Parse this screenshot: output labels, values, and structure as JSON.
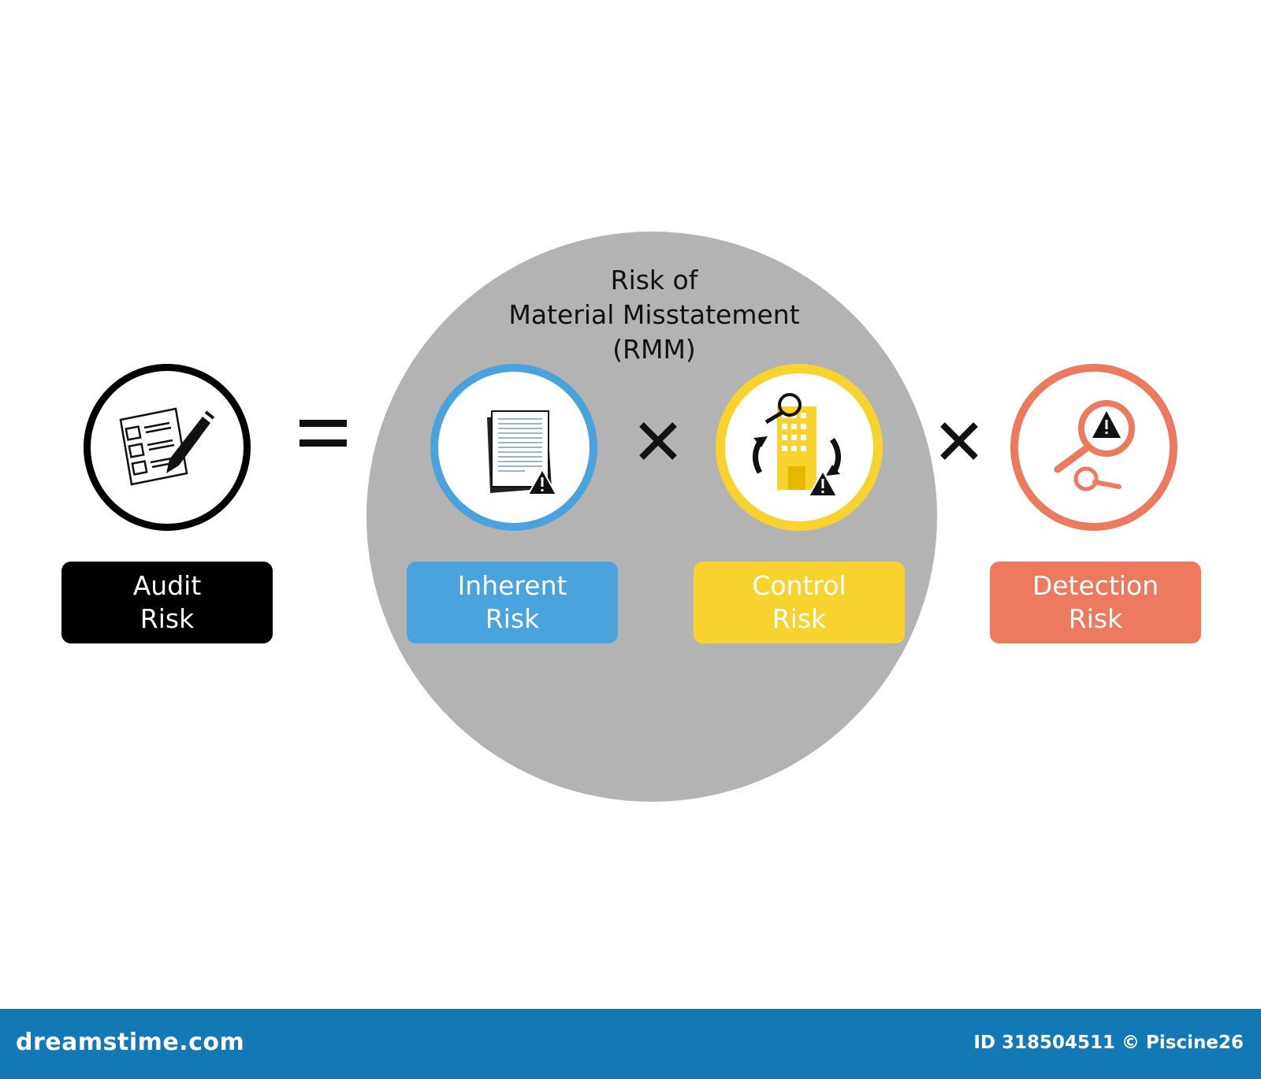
{
  "colors": {
    "audit": "#000000",
    "inherent": "#4aa3dc",
    "control": "#f8d330",
    "detection": "#eb7a5e",
    "rmm_background": "#b3b3b3",
    "footer": "#1478b4"
  },
  "rmm": {
    "line1": "Risk of",
    "line2": "Material Misstatement",
    "line3": "(RMM)"
  },
  "operators": {
    "equals": "=",
    "times_1": "×",
    "times_2": "×"
  },
  "items": [
    {
      "id": "audit",
      "line1": "Audit",
      "line2": "Risk",
      "icon": "checklist-pen-icon"
    },
    {
      "id": "inherent",
      "line1": "Inherent",
      "line2": "Risk",
      "icon": "documents-warning-icon"
    },
    {
      "id": "control",
      "line1": "Control",
      "line2": "Risk",
      "icon": "building-cycle-warning-icon"
    },
    {
      "id": "detection",
      "line1": "Detection",
      "line2": "Risk",
      "icon": "magnifier-warning-icon"
    }
  ],
  "footer": {
    "brand": "dreamstime.com",
    "credit": "ID 318504511 © Piscine26"
  }
}
